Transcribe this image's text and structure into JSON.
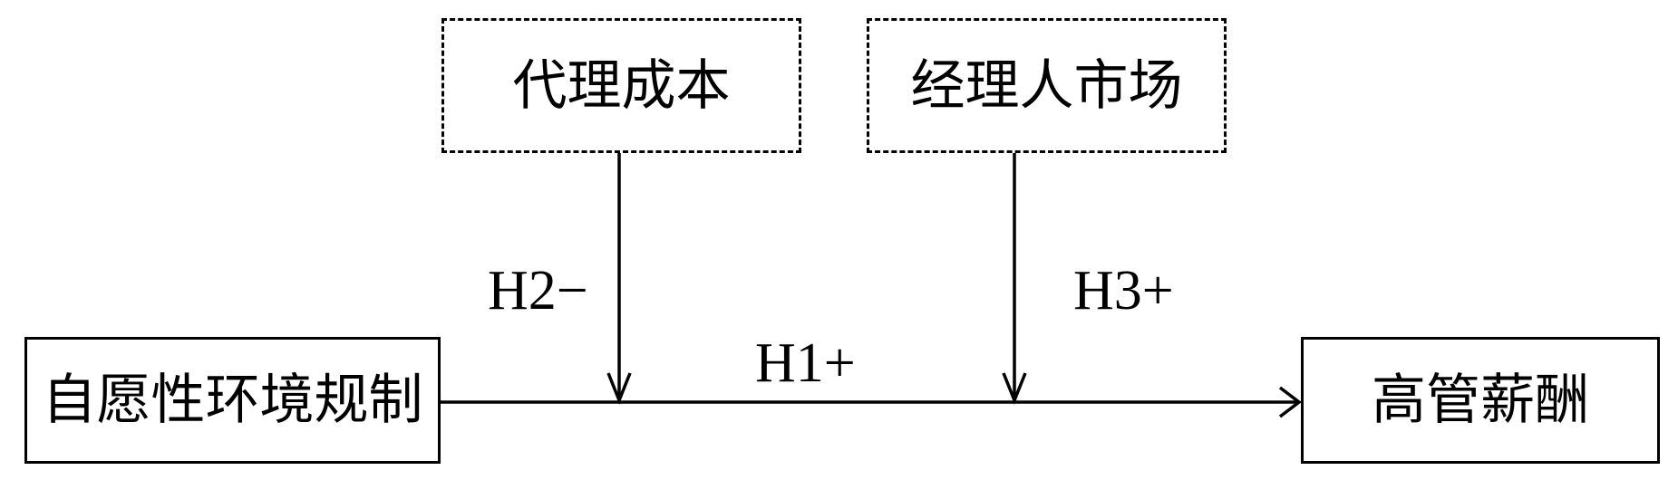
{
  "diagram": {
    "type": "research-model",
    "nodes": {
      "independent": {
        "label": "自愿性环境规制",
        "style": "solid"
      },
      "dependent": {
        "label": "高管薪酬",
        "style": "solid"
      },
      "moderator_1": {
        "label": "代理成本",
        "style": "dashed"
      },
      "moderator_2": {
        "label": "经理人市场",
        "style": "dashed"
      }
    },
    "edges": [
      {
        "from": "independent",
        "to": "dependent",
        "label": "H1+",
        "kind": "main-effect"
      },
      {
        "from": "moderator_1",
        "to": "main-path",
        "label": "H2−",
        "kind": "moderation"
      },
      {
        "from": "moderator_2",
        "to": "main-path",
        "label": "H3+",
        "kind": "moderation"
      }
    ],
    "hypotheses": {
      "h1": "H1+",
      "h2": "H2−",
      "h3": "H3+"
    },
    "colors": {
      "stroke": "#000000",
      "background": "#ffffff",
      "text": "#000000"
    }
  }
}
